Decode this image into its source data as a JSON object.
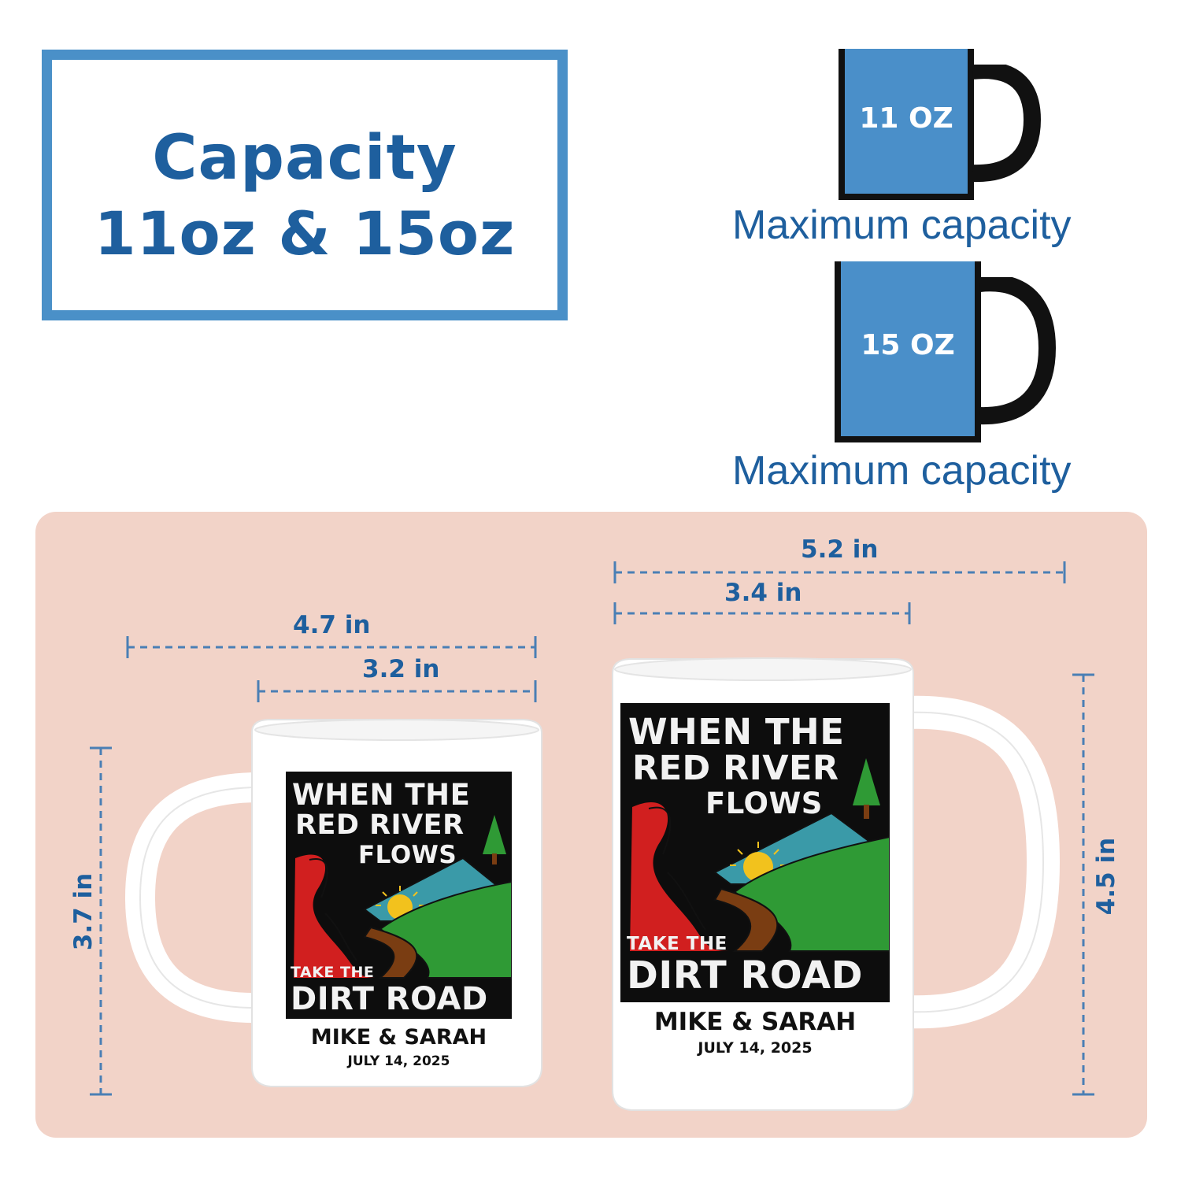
{
  "header": {
    "title": "Capacity",
    "sizes": "11oz & 15oz"
  },
  "mini_mugs": [
    {
      "label": "11 OZ",
      "caption": "Maximum capacity"
    },
    {
      "label": "15 OZ",
      "caption": "Maximum capacity"
    }
  ],
  "mug_small": {
    "width_total": "4.7 in",
    "width_body": "3.2 in",
    "height": "3.7 in"
  },
  "mug_large": {
    "width_total": "5.2 in",
    "width_body": "3.4 in",
    "height": "4.5 in"
  },
  "design": {
    "line1": "WHEN THE",
    "line2": "RED RIVER",
    "line3": "FLOWS",
    "line4": "TAKE THE",
    "line5": "DIRT ROAD",
    "names": "MIKE & SARAH",
    "date": "JULY 14, 2025"
  },
  "colors": {
    "accent_blue": "#4a90c8",
    "text_blue": "#1e5f9e",
    "panel_pink": "#f2d3c8",
    "river_red": "#d11f1f",
    "road_brown": "#7a3d12",
    "grass_green": "#2f9a35",
    "mountain_teal": "#3a9aa8",
    "sun_yellow": "#f2c21d"
  },
  "icons": [
    "mug-icon",
    "river-icon",
    "sun-icon",
    "tree-icon",
    "mountain-icon"
  ]
}
